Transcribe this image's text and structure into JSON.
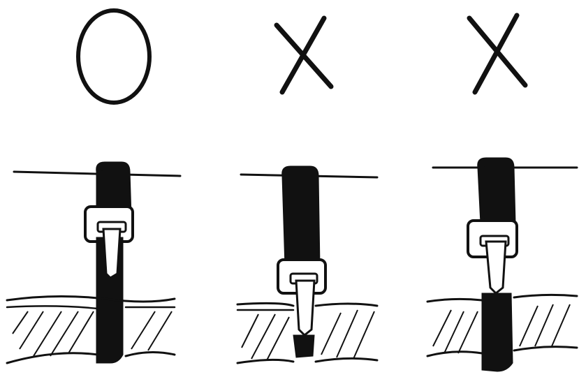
{
  "figure": {
    "panels": [
      {
        "id": "left",
        "verdict_symbol": "O",
        "verdict_meaning": "correct"
      },
      {
        "id": "middle",
        "verdict_symbol": "X",
        "verdict_meaning": "incorrect"
      },
      {
        "id": "right",
        "verdict_symbol": "X",
        "verdict_meaning": "incorrect"
      }
    ],
    "colors": {
      "ink": "#111111",
      "background": "#ffffff"
    },
    "icons": [
      "circle-mark-icon",
      "cross-mark-icon",
      "cable-tie-icon",
      "wire-harness-icon"
    ]
  }
}
